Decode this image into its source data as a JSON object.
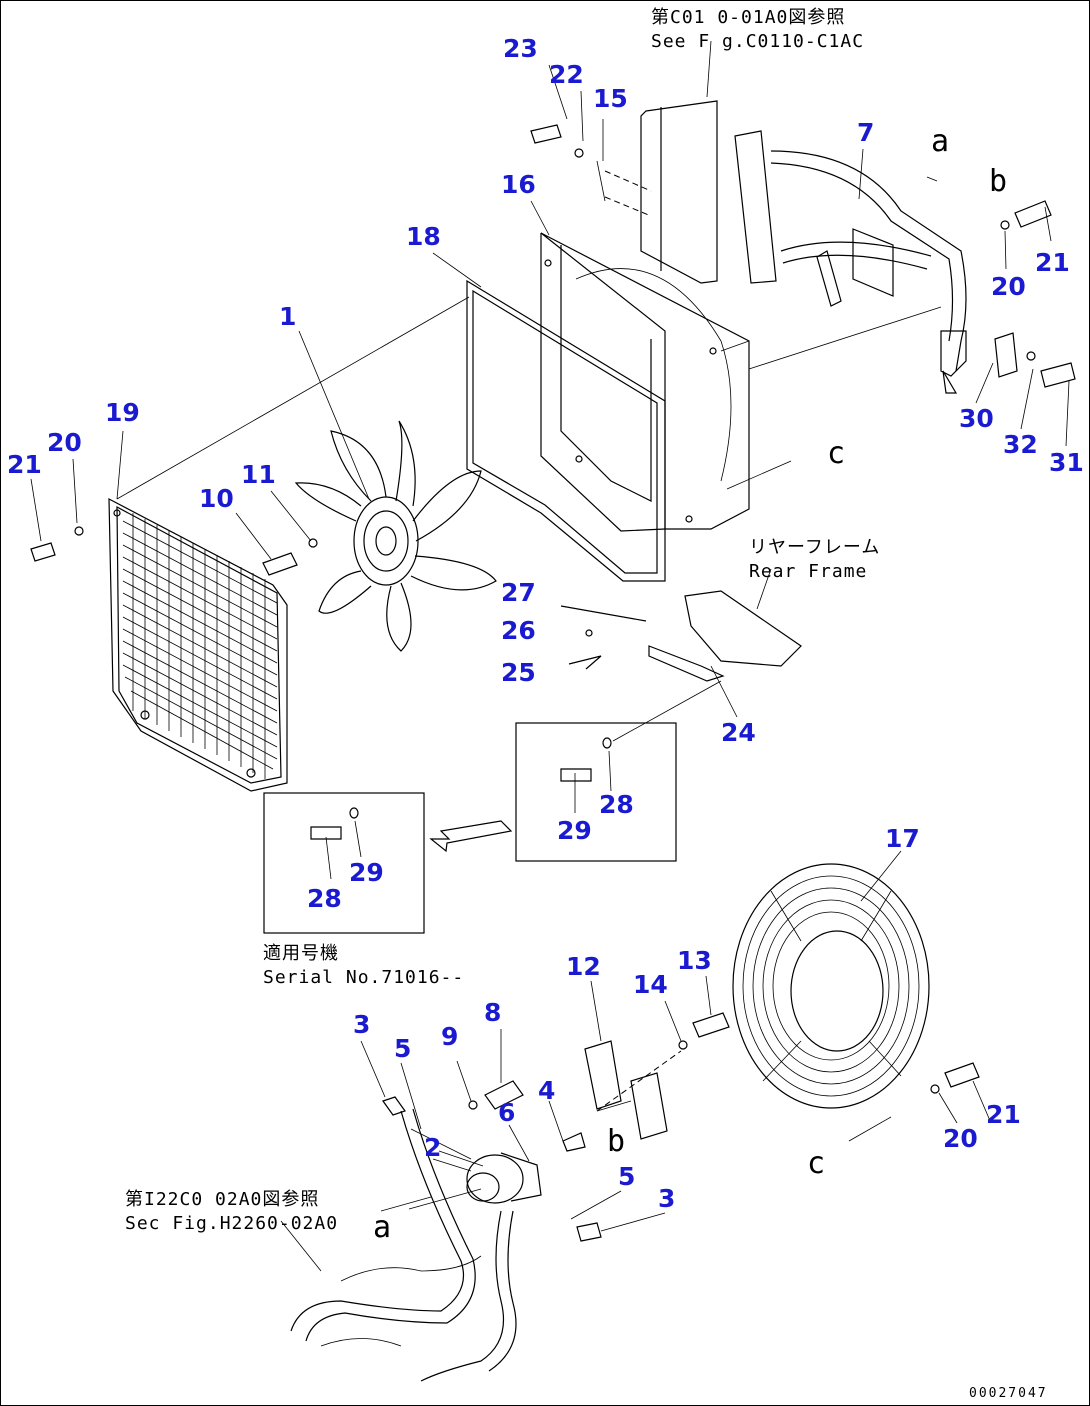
{
  "callouts": [
    {
      "id": "c23",
      "text": "23"
    },
    {
      "id": "c22",
      "text": "22"
    },
    {
      "id": "c15",
      "text": "15"
    },
    {
      "id": "c16",
      "text": "16"
    },
    {
      "id": "c18",
      "text": "18"
    },
    {
      "id": "c7",
      "text": "7"
    },
    {
      "id": "c21a",
      "text": "21"
    },
    {
      "id": "c20a",
      "text": "20"
    },
    {
      "id": "c1",
      "text": "1"
    },
    {
      "id": "c19",
      "text": "19"
    },
    {
      "id": "c20b",
      "text": "20"
    },
    {
      "id": "c21b",
      "text": "21"
    },
    {
      "id": "c11",
      "text": "11"
    },
    {
      "id": "c10",
      "text": "10"
    },
    {
      "id": "c30",
      "text": "30"
    },
    {
      "id": "c32",
      "text": "32"
    },
    {
      "id": "c31",
      "text": "31"
    },
    {
      "id": "c27",
      "text": "27"
    },
    {
      "id": "c26",
      "text": "26"
    },
    {
      "id": "c25",
      "text": "25"
    },
    {
      "id": "c24",
      "text": "24"
    },
    {
      "id": "c28a",
      "text": "28"
    },
    {
      "id": "c29a",
      "text": "29"
    },
    {
      "id": "c29b",
      "text": "29"
    },
    {
      "id": "c28b",
      "text": "28"
    },
    {
      "id": "c17",
      "text": "17"
    },
    {
      "id": "c12",
      "text": "12"
    },
    {
      "id": "c13",
      "text": "13"
    },
    {
      "id": "c14",
      "text": "14"
    },
    {
      "id": "c3a",
      "text": "3"
    },
    {
      "id": "c5a",
      "text": "5"
    },
    {
      "id": "c9",
      "text": "9"
    },
    {
      "id": "c8",
      "text": "8"
    },
    {
      "id": "c4",
      "text": "4"
    },
    {
      "id": "c6",
      "text": "6"
    },
    {
      "id": "c2",
      "text": "2"
    },
    {
      "id": "c5b",
      "text": "5"
    },
    {
      "id": "c3b",
      "text": "3"
    },
    {
      "id": "c21c",
      "text": "21"
    },
    {
      "id": "c20c",
      "text": "20"
    }
  ],
  "notes": {
    "top_ref_jp": "第C01 0-01A0図参照",
    "top_ref_en": "See F g.C0110-C1AC",
    "rear_frame_jp": "リヤーフレーム",
    "rear_frame_en": "Rear Frame",
    "serial_jp": "適用号機",
    "serial_en": "Serial No.71016--",
    "bottom_ref_jp": "第I22C0 02A0図参照",
    "bottom_ref_en": "Sec Fig.H2260-02A0"
  },
  "letters": {
    "a_top": "a",
    "b_top": "b",
    "c_mid": "c",
    "b_low": "b",
    "c_low": "c",
    "a_low": "a"
  },
  "catalog_number": "00027047",
  "colors": {
    "callout": "#1a1ad0",
    "line": "#000000"
  }
}
